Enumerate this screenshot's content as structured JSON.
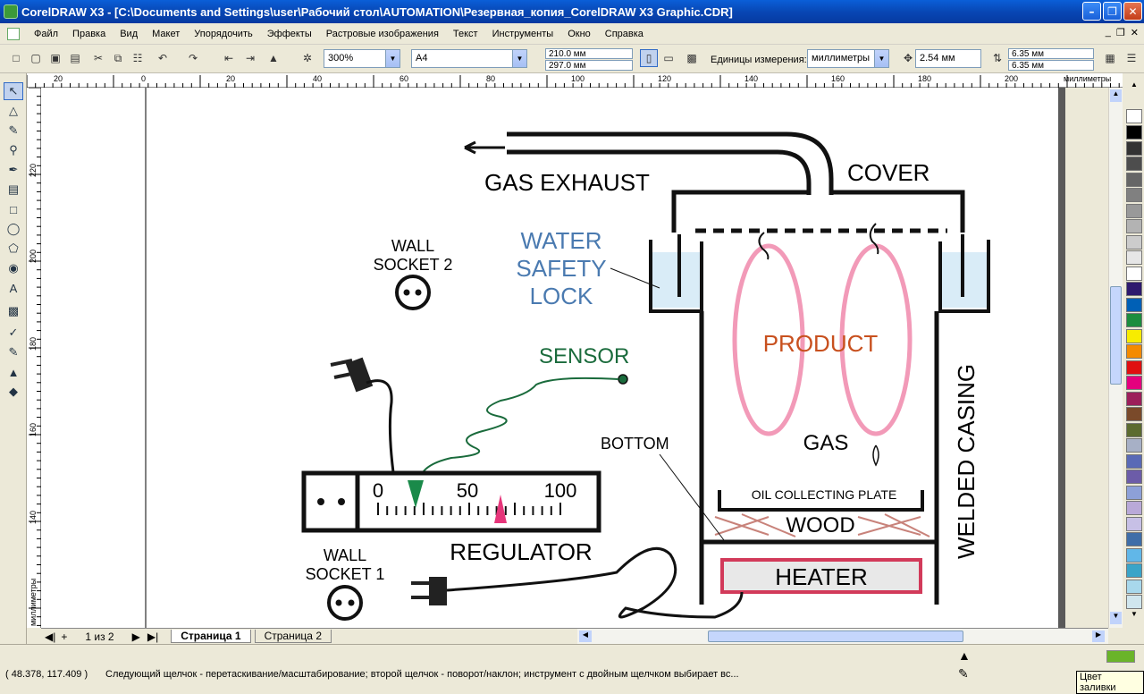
{
  "window": {
    "title": "CorelDRAW X3 - [C:\\Documents and Settings\\user\\Рабочий стол\\AUTOMATION\\Резервная_копия_CorelDRAW X3 Graphic.CDR]"
  },
  "menu": [
    "Файл",
    "Правка",
    "Вид",
    "Макет",
    "Упорядочить",
    "Эффекты",
    "Растровые изображения",
    "Текст",
    "Инструменты",
    "Окно",
    "Справка"
  ],
  "toolbar": {
    "zoom": "300%",
    "paper": "A4",
    "width": "210.0 мм",
    "height": "297.0 мм",
    "units_label": "Единицы измерения:",
    "units": "миллиметры",
    "nudge": "2.54 мм",
    "dup_x": "6.35 мм",
    "dup_y": "6.35 мм"
  },
  "ruler": {
    "top_ticks": [
      "20",
      "0",
      "20",
      "40",
      "60",
      "80",
      "100",
      "120",
      "140",
      "160",
      "180",
      "200"
    ],
    "top_unit": "миллиметры",
    "left_ticks": [
      "220",
      "200",
      "180",
      "160",
      "140"
    ],
    "left_unit": "миллиметры"
  },
  "tabs": {
    "count": "1 из 2",
    "page1": "Страница 1",
    "page2": "Страница 2"
  },
  "status": {
    "coords": "( 48.378, 117.409 )",
    "hint": "Следующий щелчок - перетаскивание/масштабирование; второй щелчок - поворот/наклон; инструмент с двойным щелчком выбирает вс...",
    "fill_label": "Цвет заливки"
  },
  "drawing": {
    "gas_exhaust": "GAS EXHAUST",
    "cover": "COVER",
    "water_safety_lock": [
      "WATER",
      "SAFETY",
      "LOCK"
    ],
    "wall_socket_2": [
      "WALL",
      "SOCKET 2"
    ],
    "wall_socket_1": [
      "WALL",
      "SOCKET 1"
    ],
    "sensor": "SENSOR",
    "product": "PRODUCT",
    "gas": "GAS",
    "welded_casing": "WELDED CASING",
    "bottom": "BOTTOM",
    "oil_plate": "OIL  COLLECTING  PLATE",
    "wood": "WOOD",
    "heater": "HEATER",
    "regulator": "REGULATOR",
    "gauge_labels": [
      "0",
      "50",
      "100"
    ]
  },
  "colors": {
    "water": "#4a7ab0",
    "product": "#c8501e",
    "sensor": "#1a6b3c",
    "loop": "#f29ab8",
    "heater_border": "#d23a5a",
    "needle_green": "#1a8a4a",
    "needle_pink": "#e6357a"
  }
}
